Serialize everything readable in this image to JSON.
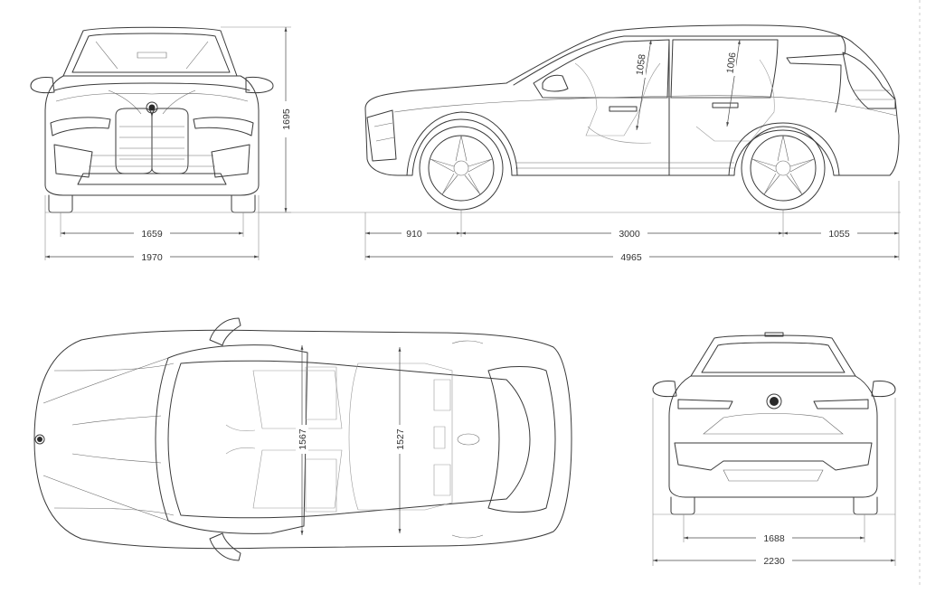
{
  "dimensions": {
    "front_track": "1659",
    "width": "1970",
    "height": "1695",
    "front_overhang": "910",
    "wheelbase": "3000",
    "rear_overhang": "1055",
    "length": "4965",
    "front_headroom": "1058",
    "rear_headroom": "1006",
    "front_shoulder_width": "1567",
    "rear_shoulder_width": "1527",
    "rear_track": "1688",
    "width_with_mirrors": "2230"
  },
  "colors": {
    "line": "#3a3a3a",
    "background": "#ffffff"
  }
}
